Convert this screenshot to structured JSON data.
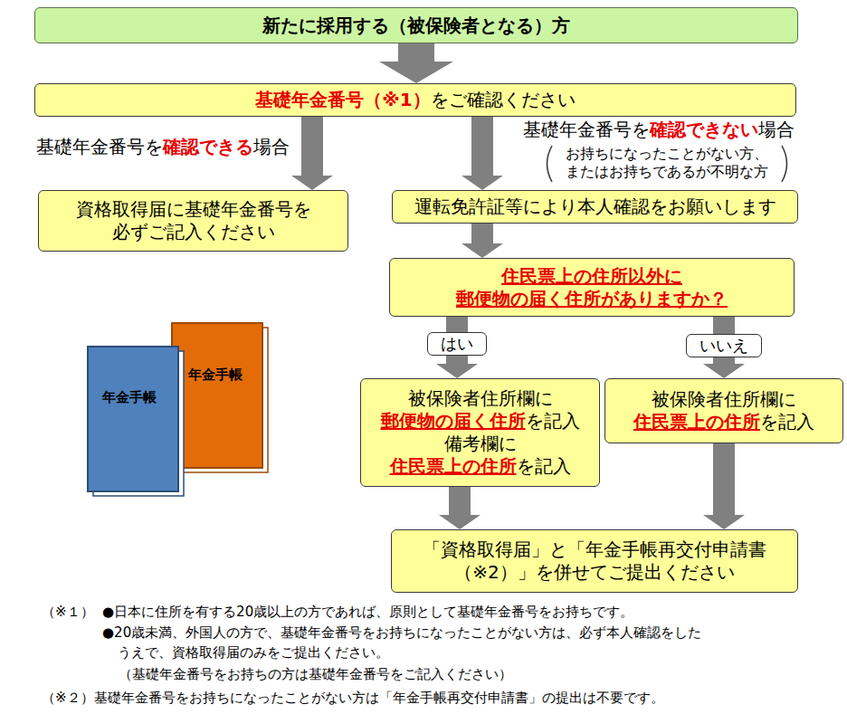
{
  "diagram": {
    "nodes": [
      {
        "text": [
          "新たに採用する（被保険者となる）方"
        ]
      },
      {
        "text": [
          "基礎年金番号（※1）をご確認ください"
        ]
      },
      {
        "text": [
          "資格取得届に基礎年金番号を 必ずご記入ください"
        ]
      },
      {
        "text": [
          "運転免許証等により本人確認をお願いします"
        ]
      },
      {
        "text": [
          "住民票上の住所以外に 郵便物の届く住所がありますか？"
        ]
      },
      {
        "text": [
          "被保険者住所欄に 郵便物の届く住所を記入 備考欄に 住民票上の住所を記入"
        ]
      },
      {
        "text": [
          "被保険者住所欄に 住民票上の住所を記入"
        ]
      },
      {
        "text": [
          "「資格取得届」と「年金手帳再交付申請書 （※2）」を併せてご提出ください"
        ]
      }
    ],
    "edges": [
      {
        "from": 0,
        "to": 1,
        "arrow": "to"
      },
      {
        "from": 1,
        "to": 2,
        "arrow": "to",
        "label": "基礎年金番号を確認できる場合"
      },
      {
        "from": 1,
        "to": 3,
        "arrow": "to",
        "label": "基礎年金番号を確認できない場合"
      },
      {
        "from": 3,
        "to": 4,
        "arrow": "to"
      },
      {
        "from": 4,
        "to": 5,
        "arrow": "to",
        "label": "はい"
      },
      {
        "from": 4,
        "to": 6,
        "arrow": "to",
        "label": "いいえ"
      },
      {
        "from": 5,
        "to": 7,
        "arrow": "to"
      },
      {
        "from": 6,
        "to": 7,
        "arrow": "to"
      }
    ],
    "labels": [
      "お持ちになったことがない方、 またはお持ちであるが不明な方",
      "年金手帳",
      "年金手帳",
      "（※１）",
      "●日本に住所を有する20歳以上の方であれば、原則として基礎年金番号をお持ちです。",
      "●20歳未満、外国人の方で、基礎年金番号をお持ちになったことがない方は、必ず本人確認をした うえで、資格取得届のみをご提出ください。",
      "（基礎年金番号をお持ちの方は基礎年金番号をご記入ください）",
      "（※２）基礎年金番号をお持ちになったことがない方は「年金手帳再交付申請書」の提出は不要です。"
    ]
  }
}
